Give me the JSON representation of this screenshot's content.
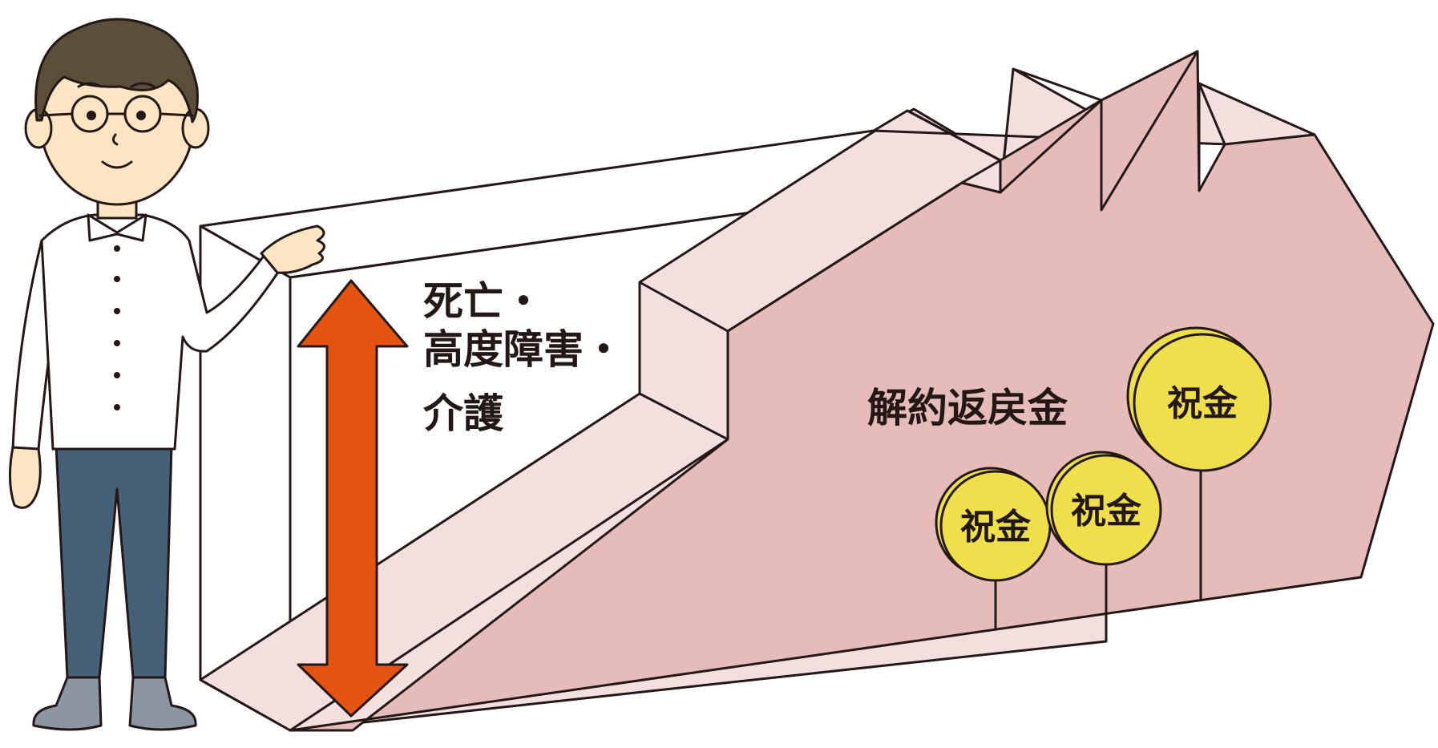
{
  "labels": {
    "coverage_line1": "死亡・",
    "coverage_line2": "高度障害・",
    "coverage_line3": "介護",
    "surrender": "解約返戻金"
  },
  "coins": [
    {
      "text": "祝金"
    },
    {
      "text": "祝金"
    },
    {
      "text": "祝金"
    }
  ],
  "colors": {
    "outline": "#231815",
    "back_box": "#ffffff",
    "inner_pink": "#f3dfde",
    "main_pink": "#e6bcba",
    "arrow": "#e4530f",
    "coin": "#efdf4a",
    "person_skin": "#fde5c4",
    "person_hair": "#5a5039",
    "person_shirt": "#ffffff",
    "person_pants": "#466177",
    "person_shoes": "#8c96a1"
  }
}
